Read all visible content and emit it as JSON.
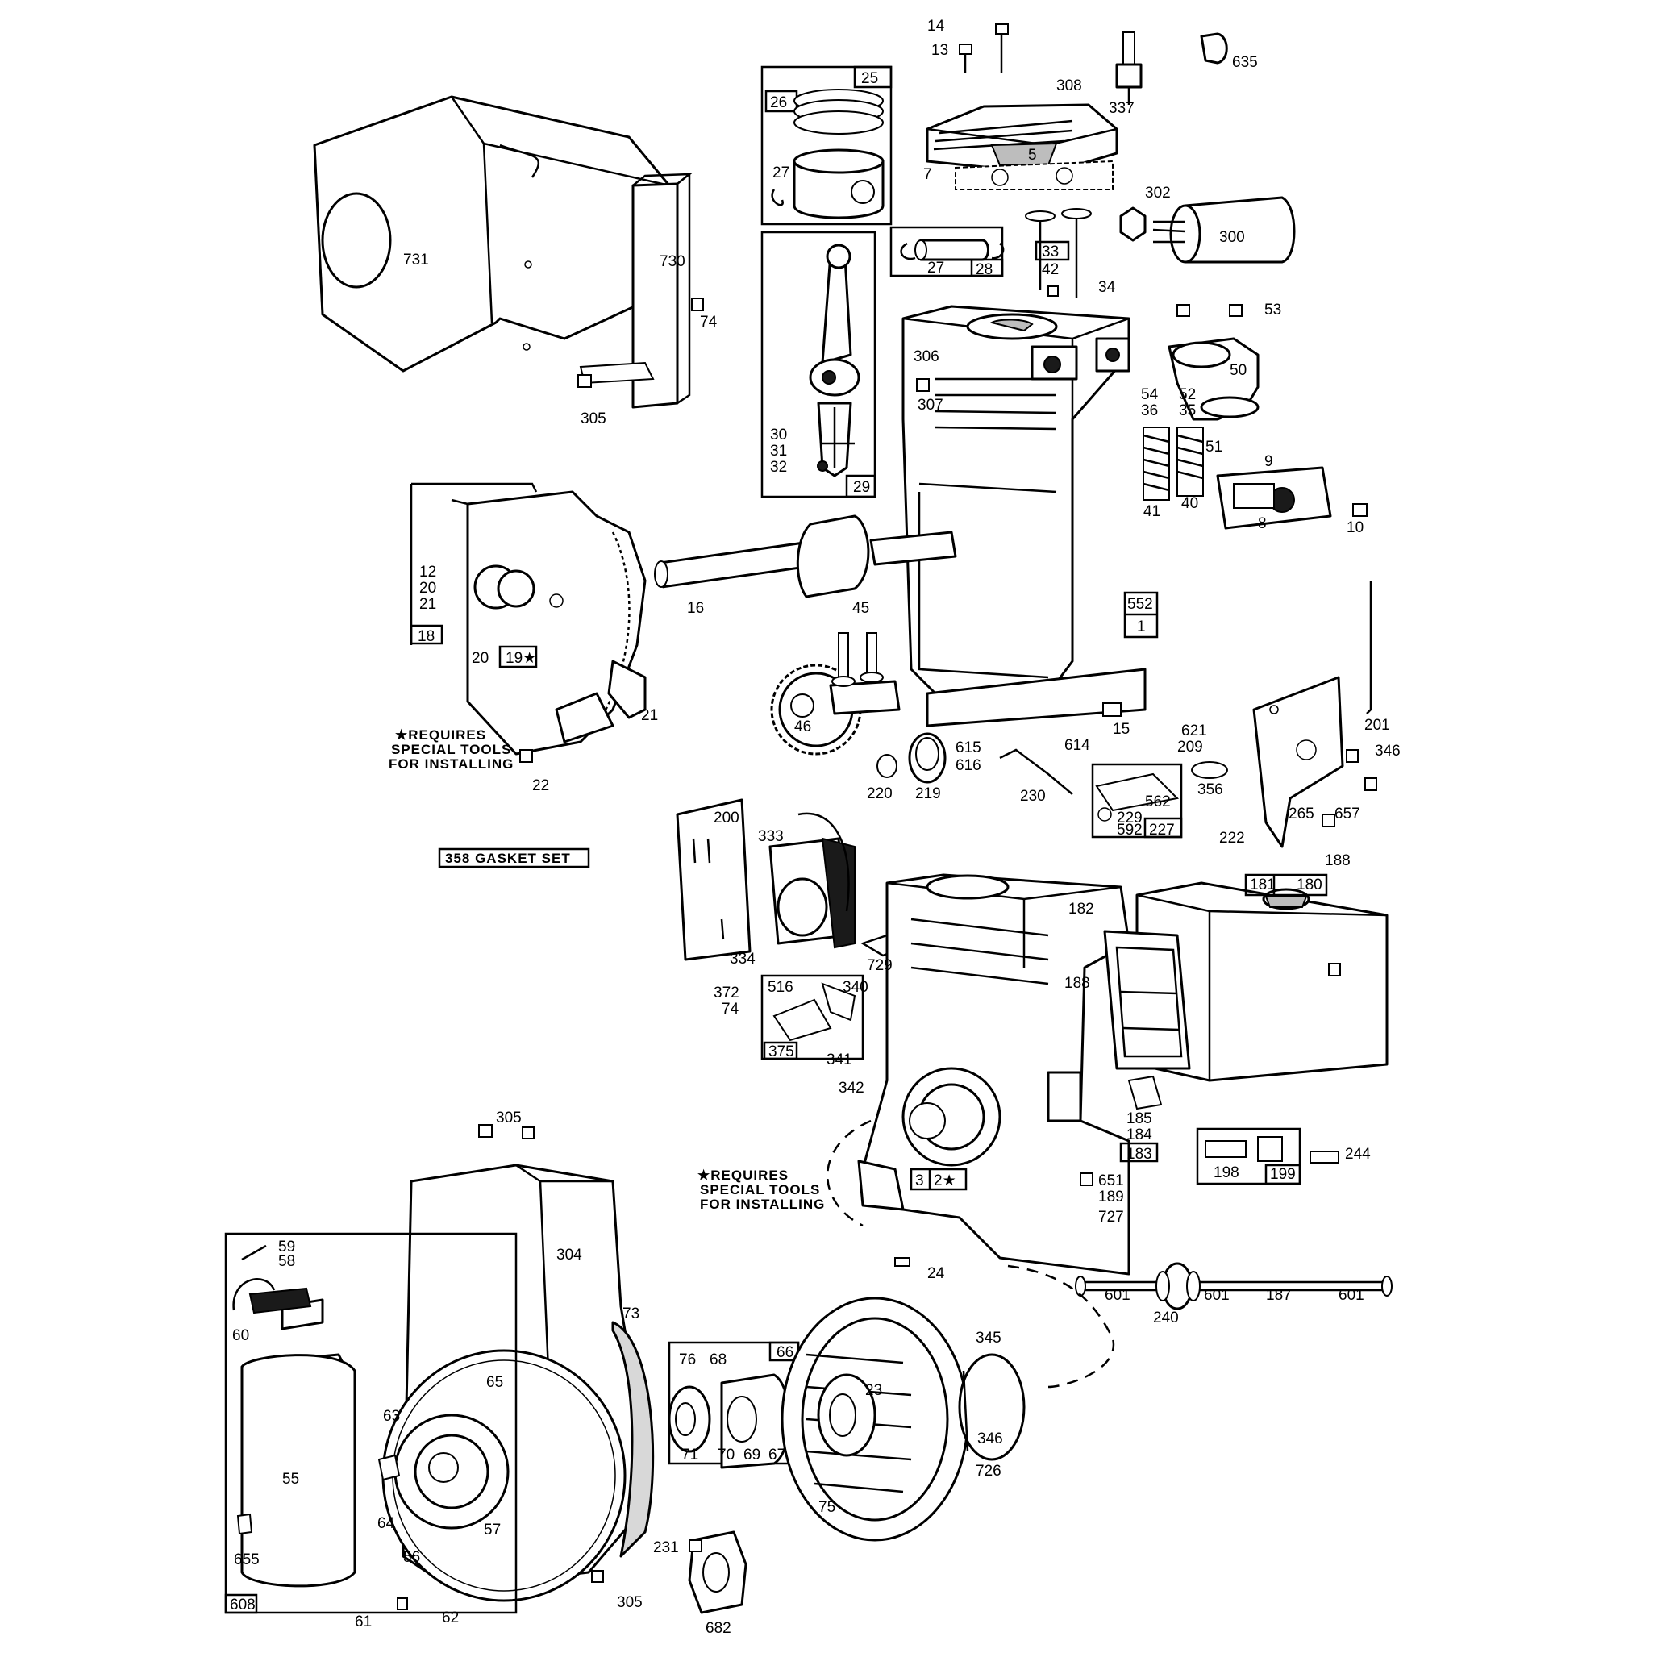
{
  "callouts": {
    "c14": "14",
    "c13": "13",
    "c635": "635",
    "c308": "308",
    "c337": "337",
    "c5": "5",
    "c7": "7",
    "c25": "25",
    "c26": "26",
    "c27a": "27",
    "c302": "302",
    "c300": "300",
    "c27b": "27",
    "c28": "28",
    "c33": "33",
    "c42": "42",
    "c34": "34",
    "c731": "731",
    "c730": "730",
    "c74a": "74",
    "c305a": "305",
    "c53": "53",
    "c306": "306",
    "c307": "307",
    "c50": "50",
    "c54": "54",
    "c52": "52",
    "c36": "36",
    "c35": "35",
    "c51": "51",
    "c30": "30",
    "c31": "31",
    "c32": "32",
    "c29": "29",
    "c9": "9",
    "c8": "8",
    "c41": "41",
    "c40": "40",
    "c10": "10",
    "c12": "12",
    "c20a": "20",
    "c21a": "21",
    "c18": "18",
    "c20b": "20",
    "c19": "19★",
    "c16": "16",
    "c45": "45",
    "c552": "552",
    "c1": "1",
    "c201": "201",
    "c46": "46",
    "c21b": "21",
    "c15": "15",
    "c22": "22",
    "c615": "615",
    "c614": "614",
    "c209": "209",
    "c621": "621",
    "c346a": "346",
    "c616": "616",
    "c356": "356",
    "c220": "220",
    "c219": "219",
    "c230": "230",
    "c562": "562",
    "c229": "229",
    "c592": "592",
    "c227": "227",
    "c265": "265",
    "c657": "657",
    "c222": "222",
    "c188a": "188",
    "c200": "200",
    "c333": "333",
    "c181": "181",
    "c180": "180",
    "c182": "182",
    "c334": "334",
    "c729": "729",
    "c372": "372",
    "c74b": "74",
    "c516": "516",
    "c340": "340",
    "c375": "375",
    "c341": "341",
    "c188b": "188",
    "c342": "342",
    "c185": "185",
    "c184": "184",
    "c183": "183",
    "c198": "198",
    "c199": "199",
    "c244": "244",
    "c305b": "305",
    "c3": "3",
    "c2": "2★",
    "c651": "651",
    "c189": "189",
    "c727": "727",
    "c304": "304",
    "c59": "59",
    "c58": "58",
    "c60": "60",
    "c24": "24",
    "c601a": "601",
    "c240": "240",
    "c601b": "601",
    "c187": "187",
    "c601c": "601",
    "c73": "73",
    "c65": "65",
    "c66": "66",
    "c76": "76",
    "c68": "68",
    "c345": "345",
    "c23": "23",
    "c63": "63",
    "c55": "55",
    "c346b": "346",
    "c71": "71",
    "c70": "70",
    "c69": "69",
    "c67": "67",
    "c726": "726",
    "c64": "64",
    "c57": "57",
    "c75": "75",
    "c231": "231",
    "c655": "655",
    "c56": "56",
    "c305c": "305",
    "c682": "682",
    "c61": "61",
    "c62": "62",
    "c608": "608"
  },
  "notes": {
    "gasket_set": "358 GASKET SET",
    "special_tools_1": [
      "★REQUIRES",
      "SPECIAL TOOLS",
      "FOR INSTALLING"
    ],
    "special_tools_2": [
      "★REQUIRES",
      "SPECIAL TOOLS",
      "FOR INSTALLING"
    ]
  }
}
